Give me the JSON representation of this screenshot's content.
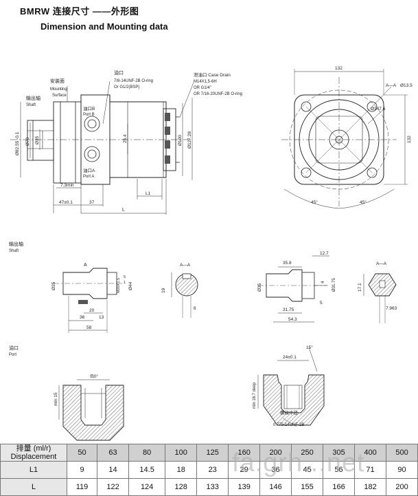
{
  "header": {
    "title_cn": "BMRW 连接尺寸 ——外形图",
    "title_en": "Dimension and Mounting data"
  },
  "drawing": {
    "side_view": {
      "mount_surface_cn": "安装面",
      "mount_surface_en1": "Mounting",
      "mount_surface_en2": "Surface",
      "shaft_cn": "输出轴",
      "shaft_en": "Shaft",
      "oil_port_cn": "油口",
      "oil_port_spec1": "7/8-14UNF-2B O-ring",
      "oil_port_spec2": "Or G1/2(BSP)",
      "port_b_cn": "油口B",
      "port_b_en": "Port B",
      "port_a_cn": "油口A",
      "port_a_en": "Port A",
      "drain_cn": "泄油口 Case Drain",
      "drain_spec1": "M14X1.5-6H",
      "drain_spec2": "OR G1/4\"",
      "drain_spec3": "OR 7/16-20UNF-2B O-ring",
      "d_shaft_outer": "Ø82.55 -0.1",
      "d_shaft_1": "Ø70",
      "d_shaft_2": "Ø35",
      "d_port_spacing": "25.4",
      "d_body": "Ø100",
      "d_body2": "Ø127.28",
      "d_flange_thk": "7.3min",
      "d_47": "47±0.1",
      "d_37": "37",
      "d_l1": "L1",
      "d_l": "L"
    },
    "front_view": {
      "width": "132",
      "height": "132",
      "section": "A—A",
      "hole": "Ø13.5",
      "pcd": "Ø147.6",
      "angle1": "45°",
      "angle2": "45°"
    },
    "shaft_section": {
      "title_cn": "输出轴",
      "title_en": "Shaft",
      "a_label": "A",
      "d35": "Ø35",
      "d44": "Ø44",
      "thread": "M20X1.5",
      "d_20": "20",
      "d_13": "13",
      "d_36": "36",
      "d_58": "58",
      "d_5": "5",
      "d_1": "1",
      "aa": "A—A",
      "key_19": "19",
      "key_6": "6",
      "d_358": "35.8",
      "d_127": "12.7",
      "d35b": "Ø35",
      "d4": "4",
      "d3175": "Ø31.75",
      "d_3175b": "31.75",
      "d_543": "54.3",
      "d_5b": "5",
      "aa2": "A—A",
      "hex_171": "17.1",
      "hex_7963": "7.963"
    },
    "port_section": {
      "title_cn": "油口",
      "title_en": "Port",
      "tooth": "齿0°",
      "min15": "min 15",
      "angle15": "15°",
      "d24": "24±0.1",
      "deep": "min 16.7 deep",
      "thread_cn": "螺纹中径",
      "spec": "0.775-14UNF-2B"
    }
  },
  "table": {
    "header_label_cn": "排量 (ml/r)",
    "header_label_en": "Displacement",
    "displacements": [
      "50",
      "63",
      "80",
      "100",
      "125",
      "160",
      "200",
      "250",
      "305",
      "400",
      "500"
    ],
    "l1_label": "L1",
    "l1": [
      "9",
      "14",
      "14.5",
      "18",
      "23",
      "29",
      "36",
      "45",
      "56",
      "71",
      "90"
    ],
    "l_label": "L",
    "l": [
      "119",
      "122",
      "124",
      "128",
      "133",
      "139",
      "146",
      "155",
      "166",
      "182",
      "200"
    ]
  },
  "watermark": "fa.grh...net"
}
